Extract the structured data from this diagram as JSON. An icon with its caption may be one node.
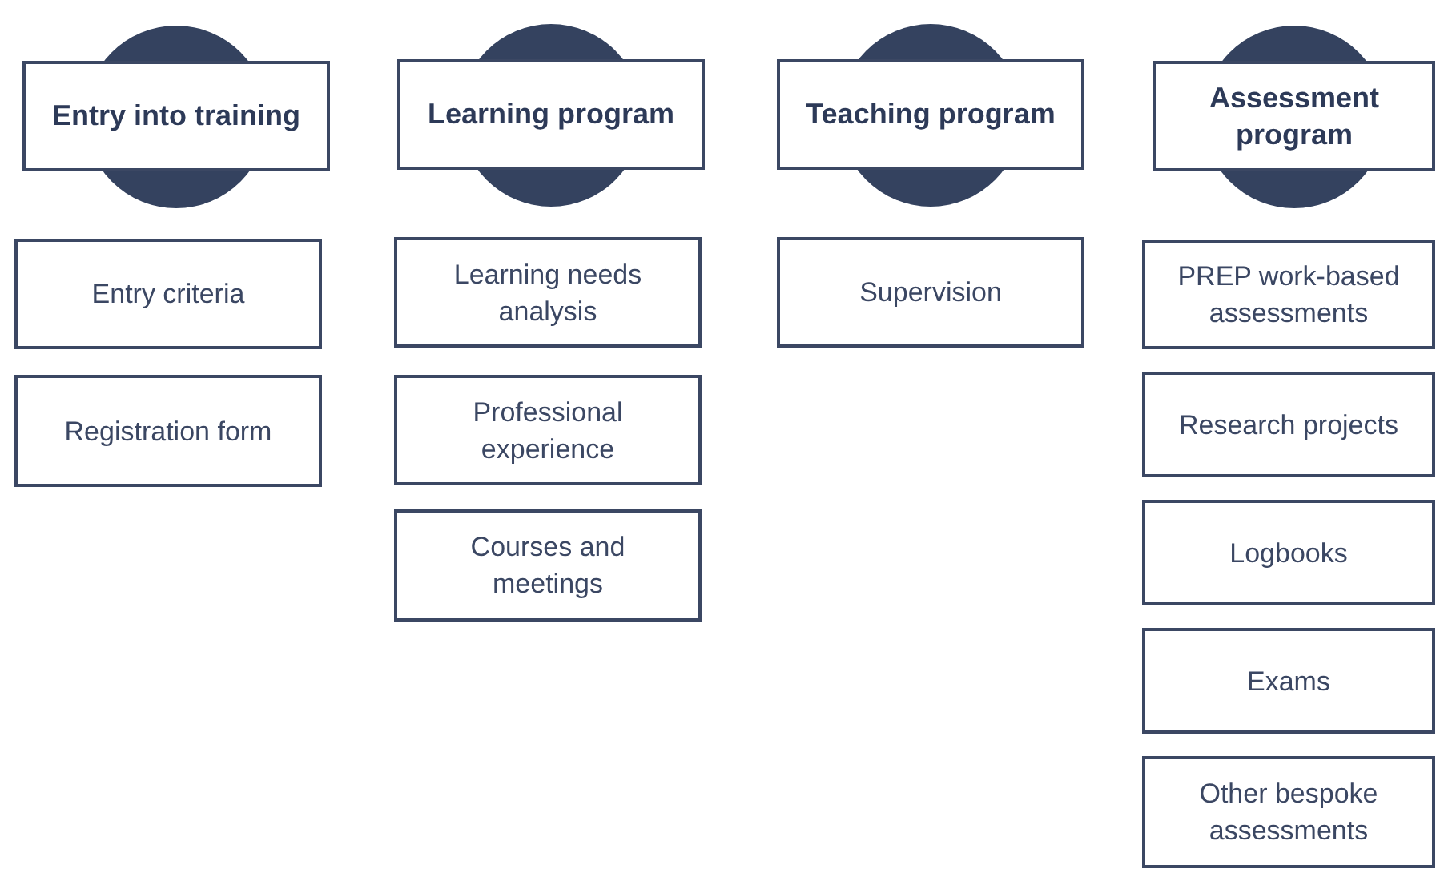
{
  "diagram": {
    "nodes": [
      {
        "text": [
          "Entry into training"
        ]
      },
      {
        "text": [
          "Entry criteria"
        ]
      },
      {
        "text": [
          "Registration form"
        ]
      },
      {
        "text": [
          "Learning program"
        ]
      },
      {
        "text": [
          "Learning needs analysis"
        ]
      },
      {
        "text": [
          "Professional experience"
        ]
      },
      {
        "text": [
          "Courses and meetings"
        ]
      },
      {
        "text": [
          "Teaching program"
        ]
      },
      {
        "text": [
          "Supervision"
        ]
      },
      {
        "text": [
          "Assessment program"
        ]
      },
      {
        "text": [
          "PREP work-based assessments"
        ]
      },
      {
        "text": [
          "Research projects"
        ]
      },
      {
        "text": [
          "Logbooks"
        ]
      },
      {
        "text": [
          "Exams"
        ]
      },
      {
        "text": [
          "Other bespoke assessments"
        ]
      }
    ]
  }
}
